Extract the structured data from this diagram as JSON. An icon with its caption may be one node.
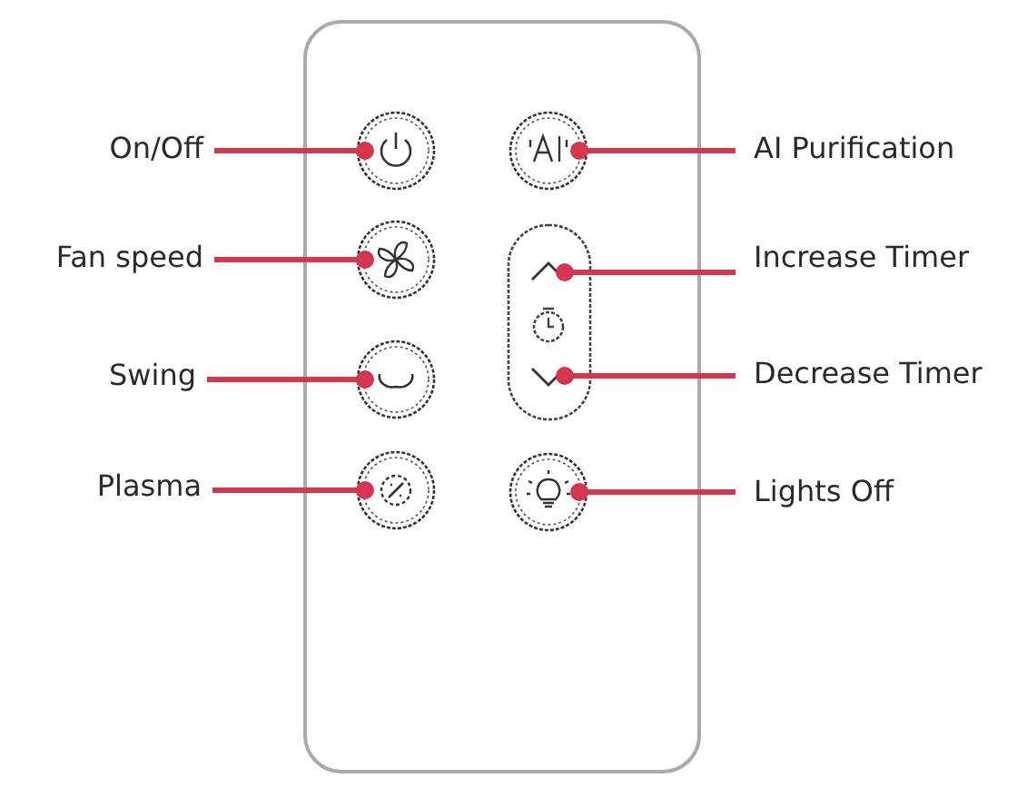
{
  "diagram": {
    "nodes": [
      {
        "text": [
          "On/Off"
        ]
      },
      {
        "text": [
          "AI Purification"
        ]
      },
      {
        "text": [
          "Fan speed"
        ]
      },
      {
        "text": [
          "Increase Timer"
        ]
      },
      {
        "text": [
          "Swing"
        ]
      },
      {
        "text": [
          "Decrease Timer"
        ]
      },
      {
        "text": [
          "Plasma"
        ]
      },
      {
        "text": [
          "Lights Off"
        ]
      },
      {
        "text": [],
        "shape": "circle"
      },
      {
        "text": [],
        "shape": "circle"
      },
      {
        "text": [],
        "shape": "circle"
      },
      {
        "text": [],
        "shape": "chevron"
      },
      {
        "text": [],
        "shape": "circle"
      },
      {
        "text": [],
        "shape": "chevron"
      },
      {
        "text": [],
        "shape": "circle"
      },
      {
        "text": [],
        "shape": "circle"
      }
    ],
    "edges": [
      {
        "from": 0,
        "to": 8,
        "arrow": "other"
      },
      {
        "from": 1,
        "to": 9,
        "arrow": "other"
      },
      {
        "from": 2,
        "to": 10,
        "arrow": "other"
      },
      {
        "from": 3,
        "to": 11,
        "arrow": "other"
      },
      {
        "from": 4,
        "to": 12,
        "arrow": "other"
      },
      {
        "from": 5,
        "to": 13,
        "arrow": "other"
      },
      {
        "from": 6,
        "to": 14,
        "arrow": "other"
      },
      {
        "from": 7,
        "to": 15,
        "arrow": "other"
      }
    ]
  }
}
